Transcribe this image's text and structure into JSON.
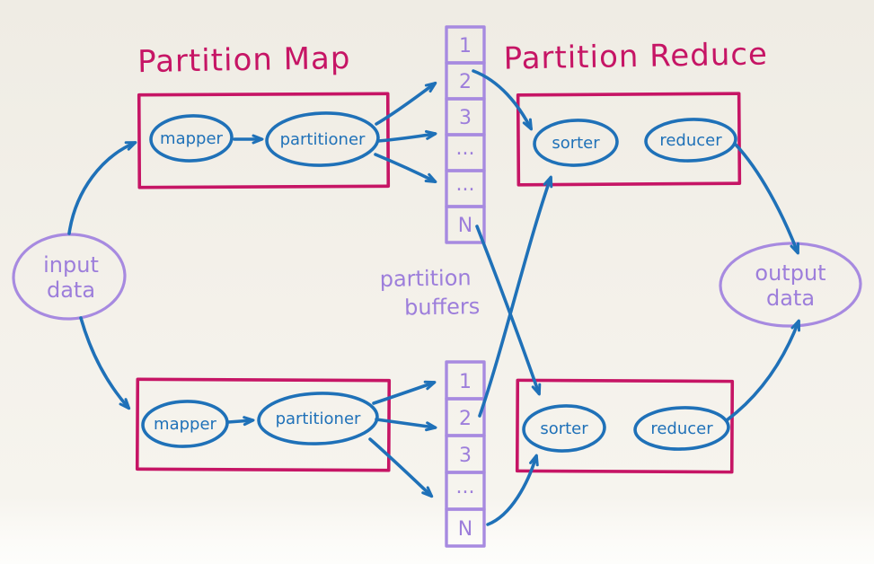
{
  "colors": {
    "accent_crimson": "#c61565",
    "accent_blue": "#1f71b8",
    "accent_purple": "#a78ae0",
    "purple_text": "#9d7edb",
    "canvas_bg": "#f3f0e9"
  },
  "stage_map": {
    "title": "Partition Map",
    "top": {
      "mapper": "mapper",
      "partitioner": "partitioner"
    },
    "bottom": {
      "mapper": "mapper",
      "partitioner": "partitioner"
    }
  },
  "stage_reduce": {
    "title": "Partition Reduce",
    "top": {
      "sorter": "sorter",
      "reducer": "reducer"
    },
    "bottom": {
      "sorter": "sorter",
      "reducer": "reducer"
    }
  },
  "buffers": {
    "label": [
      "partition",
      "buffers"
    ],
    "top_cells": [
      "1",
      "2",
      "3",
      "...",
      "...",
      "N"
    ],
    "bottom_cells": [
      "1",
      "2",
      "3",
      "...",
      "N"
    ]
  },
  "io": {
    "input": [
      "input",
      "data"
    ],
    "output": [
      "output",
      "data"
    ]
  }
}
